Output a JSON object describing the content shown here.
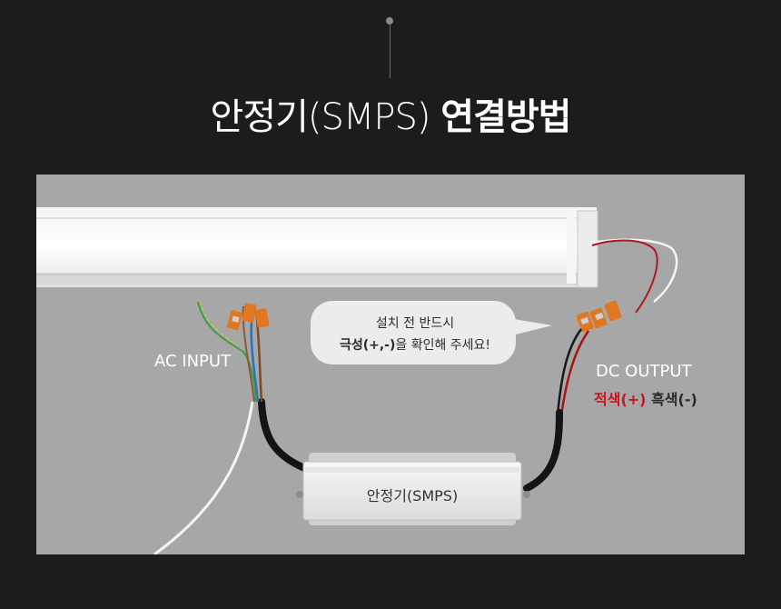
{
  "title": {
    "light_part": "안정기(SMPS)",
    "bold_part": "연결방법"
  },
  "labels": {
    "ac_input": "AC INPUT",
    "dc_output": "DC OUTPUT",
    "positive": "적색(+)",
    "negative": "흑색(-)",
    "smps": "안정기(SMPS)"
  },
  "bubble": {
    "line1": "설치 전 반드시",
    "line2_bold": "극성(+,-)",
    "line2_rest": "을 확인해 주세요!"
  },
  "colors": {
    "background": "#1c1c1c",
    "panel": "#a7a7a7",
    "positive_text": "#c8141c",
    "connector": "#e07820"
  }
}
